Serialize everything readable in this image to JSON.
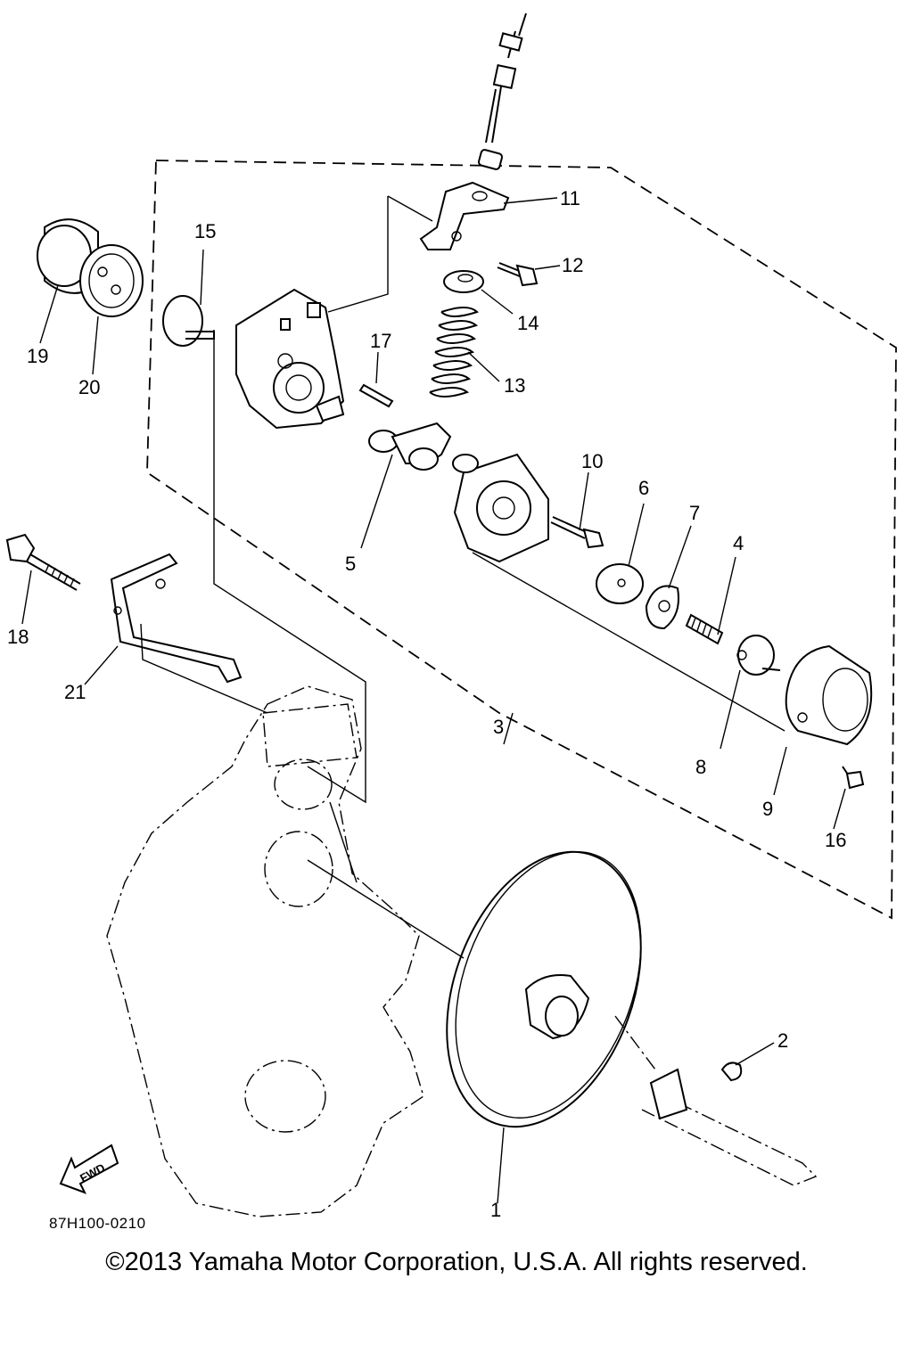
{
  "diagram": {
    "callouts": [
      "1",
      "2",
      "3",
      "4",
      "5",
      "6",
      "7",
      "8",
      "9",
      "10",
      "11",
      "12",
      "13",
      "14",
      "15",
      "16",
      "17",
      "18",
      "19",
      "20",
      "21"
    ],
    "fwd_label": "FWD",
    "drawing_code": "87H100-0210"
  },
  "footer": {
    "copyright": "©2013 Yamaha Motor Corporation, U.S.A. All rights reserved."
  }
}
